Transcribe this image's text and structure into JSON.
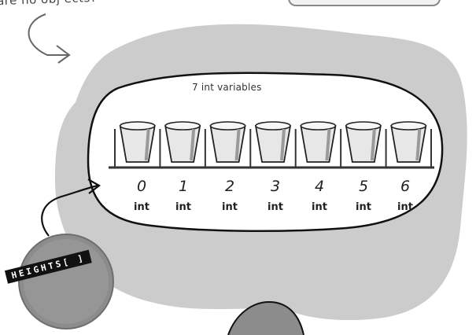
{
  "top": {
    "text": "are no obj ects?"
  },
  "array": {
    "caption": "7 int variables",
    "indices": [
      "0",
      "1",
      "2",
      "3",
      "4",
      "5",
      "6"
    ],
    "type_label": "int"
  },
  "reference": {
    "label": "HEIGHTS[ ]"
  },
  "colors": {
    "heap": "#cccccc",
    "outline": "#111111",
    "cup_fill": "#e7e7e7",
    "cup_shadow": "#9a9a9a",
    "ref_circle": "#8c8c8c"
  }
}
